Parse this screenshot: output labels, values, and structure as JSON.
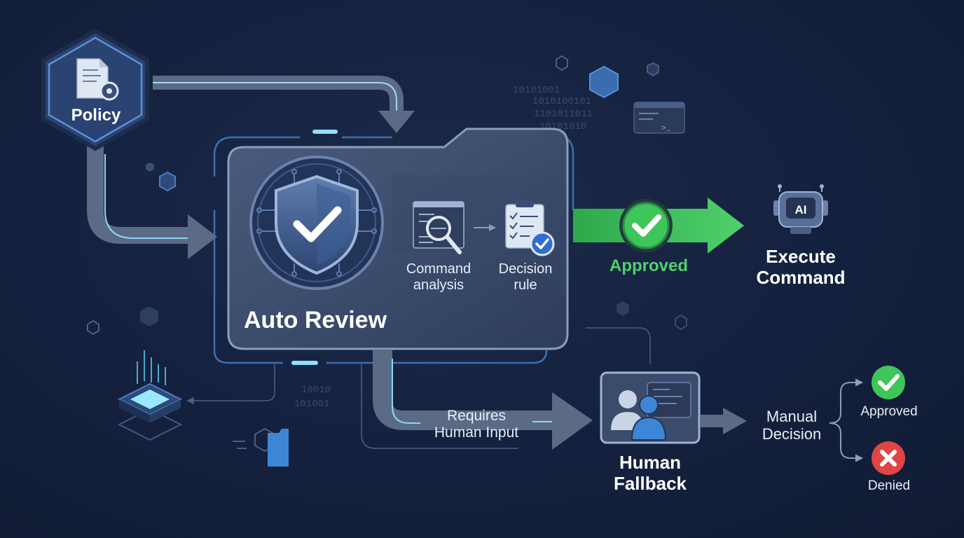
{
  "policy": {
    "label": "Policy"
  },
  "auto_review": {
    "title": "Auto Review",
    "steps": [
      {
        "line1": "Command",
        "line2": "analysis"
      },
      {
        "line1": "Decision",
        "line2": "rule"
      }
    ]
  },
  "approved_path": {
    "label": "Approved"
  },
  "execute": {
    "ai_label": "AI",
    "line1": "Execute",
    "line2": "Command"
  },
  "human_path": {
    "line1": "Requires",
    "line2": "Human Input"
  },
  "human_fallback": {
    "line1": "Human",
    "line2": "Fallback"
  },
  "manual": {
    "line1": "Manual",
    "line2": "Decision"
  },
  "outcomes": {
    "approved": "Approved",
    "denied": "Denied"
  },
  "terminal": {
    "prompt": ">_"
  },
  "binary": [
    "10101001",
    "1010100101",
    "1101011011",
    "10101010",
    "10010",
    "101001"
  ],
  "colors": {
    "approve": "#3fc65a",
    "deny": "#e04545",
    "accent": "#4fb3f0",
    "card": "#3a4b6b"
  }
}
